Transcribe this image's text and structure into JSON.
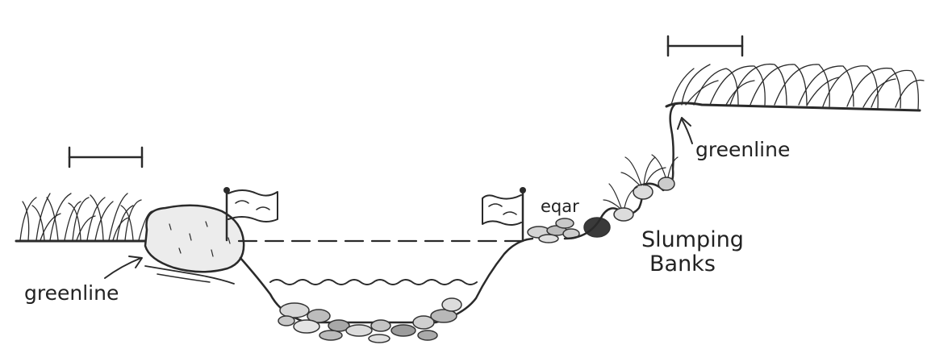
{
  "labels": {
    "greenline_left": "greenline",
    "greenline_right": "greenline",
    "eqar": "eqar",
    "slumping_line1": "Slumping",
    "slumping_line2": "Banks"
  }
}
